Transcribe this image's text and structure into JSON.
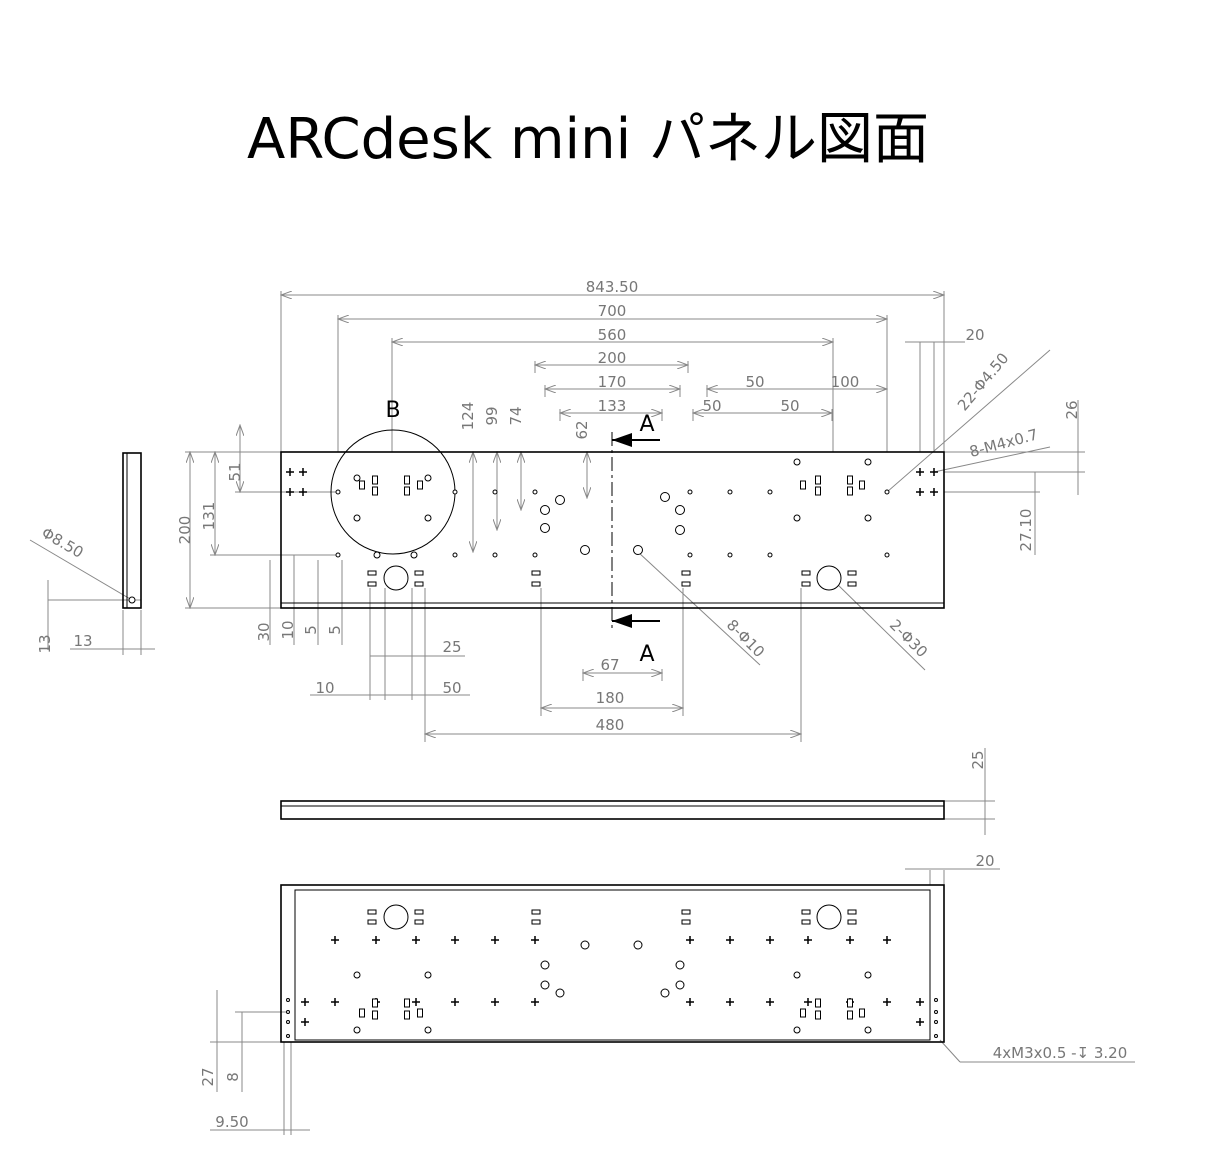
{
  "title": "ARCdesk mini パネル図面",
  "section_labels": {
    "a_top": "A",
    "a_bottom": "A",
    "b": "B"
  },
  "top_view_dims": {
    "overall_length": "843.50",
    "d700": "700",
    "d560": "560",
    "d200": "200",
    "d170": "170",
    "d133": "133",
    "d50a": "50",
    "d100": "100",
    "d50b": "50",
    "d50c": "50",
    "d20": "20",
    "holes_22": "22-Φ4.50",
    "thread_8": "8-M4x0.7",
    "d26": "26",
    "d27_10": "27.10",
    "d124": "124",
    "d99": "99",
    "d74": "74",
    "d62": "62",
    "d51": "51",
    "d131": "131",
    "d200v": "200",
    "d30": "30",
    "d10v": "10",
    "d5a": "5",
    "d5b": "5",
    "d25": "25",
    "d10h": "10",
    "d50h": "50",
    "d67": "67",
    "d180": "180",
    "d480": "480",
    "holes_8": "8-Φ10",
    "holes_2": "2-Φ30"
  },
  "side_view_dims": {
    "dia": "Φ8.50",
    "d13v": "13",
    "d13h": "13"
  },
  "front_view_dims": {
    "d25": "25",
    "d20": "20"
  },
  "bottom_view_dims": {
    "thread_4": "4xM3x0.5 -↧ 3.20",
    "d27": "27",
    "d8": "8",
    "d9_50": "9.50"
  }
}
